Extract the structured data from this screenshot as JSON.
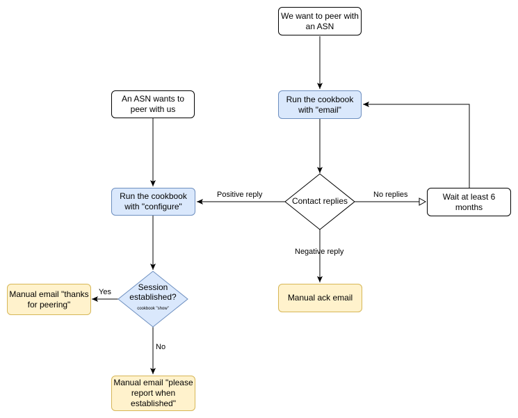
{
  "nodes": {
    "want_peer": "We want to peer with an ASN",
    "run_email": "Run the cookbook with \"email\"",
    "asn_wants": "An ASN wants to peer with us",
    "run_configure": "Run the cookbook with \"configure\"",
    "contact_replies": "Contact replies",
    "wait": "Wait at least 6 months",
    "session_established": "Session established?",
    "session_sub": "cookbook \"show\"",
    "thanks": "Manual email \"thanks for peering\"",
    "ack": "Manual ack email",
    "please_report": "Manual email \"please report when established\""
  },
  "edges": {
    "positive": "Positive reply",
    "no_replies": "No replies",
    "negative": "Negative reply",
    "yes": "Yes",
    "no": "No"
  },
  "colors": {
    "line": "#000000",
    "blue_fill": "#dae8fc",
    "blue_stroke": "#6c8ebf",
    "yellow_fill": "#fff2cc",
    "yellow_stroke": "#d6b656"
  }
}
